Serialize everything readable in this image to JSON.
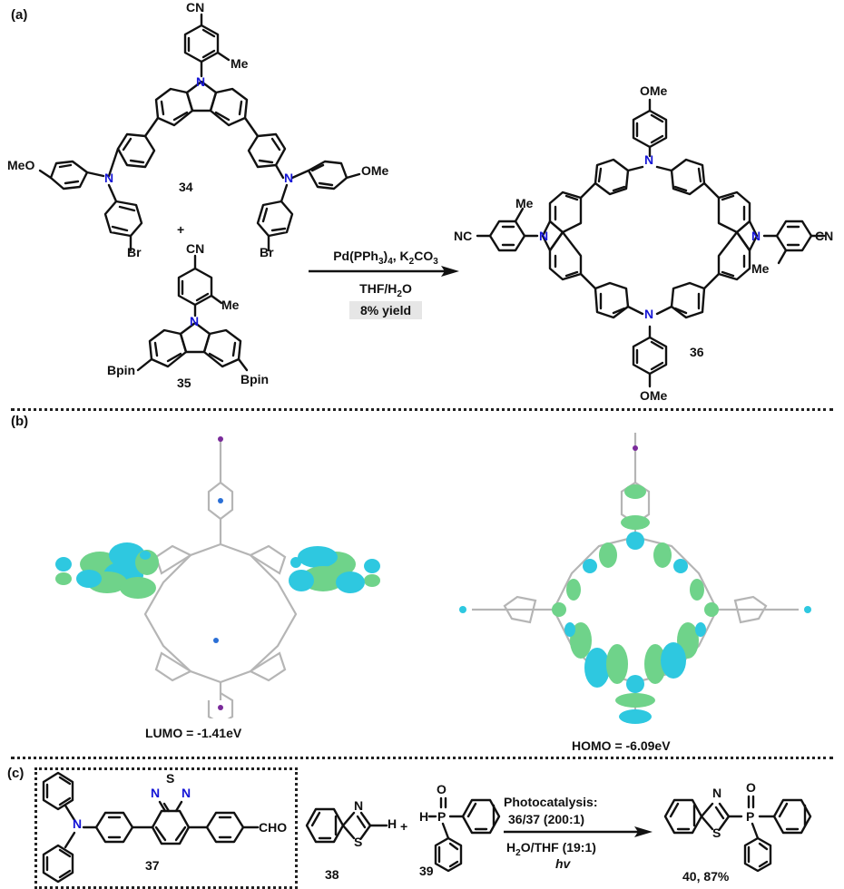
{
  "panels": {
    "a": {
      "label": "(a)",
      "compound_34": {
        "id": "34",
        "groups": [
          "CN",
          "Me",
          "N",
          "MeO",
          "OMe",
          "Br",
          "Br",
          "N",
          "N"
        ]
      },
      "plus": "+",
      "compound_35": {
        "id": "35",
        "groups": [
          "CN",
          "Me",
          "N",
          "Bpin",
          "Bpin"
        ]
      },
      "conditions": {
        "reagents": "Pd(PPh3)4, K2CO3",
        "solvent": "THF/H2O",
        "yield": "8% yield"
      },
      "product_36": {
        "id": "36",
        "groups": [
          "OMe",
          "OMe",
          "NC",
          "CN",
          "Me",
          "Me",
          "N",
          "N",
          "N",
          "N"
        ]
      }
    },
    "b": {
      "label": "(b)",
      "lumo": {
        "label": "LUMO = -1.41eV"
      },
      "homo": {
        "label": "HOMO = -6.09eV"
      },
      "colors": {
        "lobe_positive": "#2ec8e0",
        "lobe_negative": "#6fd38a",
        "bonds": "#b0b0b0",
        "nitrogen": "#2a6fd6",
        "oxygen": "#7a2a9a"
      }
    },
    "c": {
      "label": "(c)",
      "compound_37": {
        "id": "37",
        "groups": [
          "N",
          "S",
          "N",
          "N",
          "CHO"
        ]
      },
      "compound_38": {
        "id": "38",
        "groups": [
          "N",
          "S",
          "H"
        ]
      },
      "plus": "+",
      "compound_39": {
        "id": "39",
        "groups": [
          "O",
          "H",
          "P"
        ]
      },
      "conditions": {
        "line1": "Photocatalysis:",
        "line2": "36/37 (200:1)",
        "line3": "H2O/THF (19:1)",
        "line4": "hv"
      },
      "product_40": {
        "id": "40, 87%",
        "groups": [
          "N",
          "S",
          "O",
          "P"
        ]
      }
    }
  },
  "text_colors": {
    "heteroatom_N": "#1515d6",
    "default": "#111111"
  }
}
